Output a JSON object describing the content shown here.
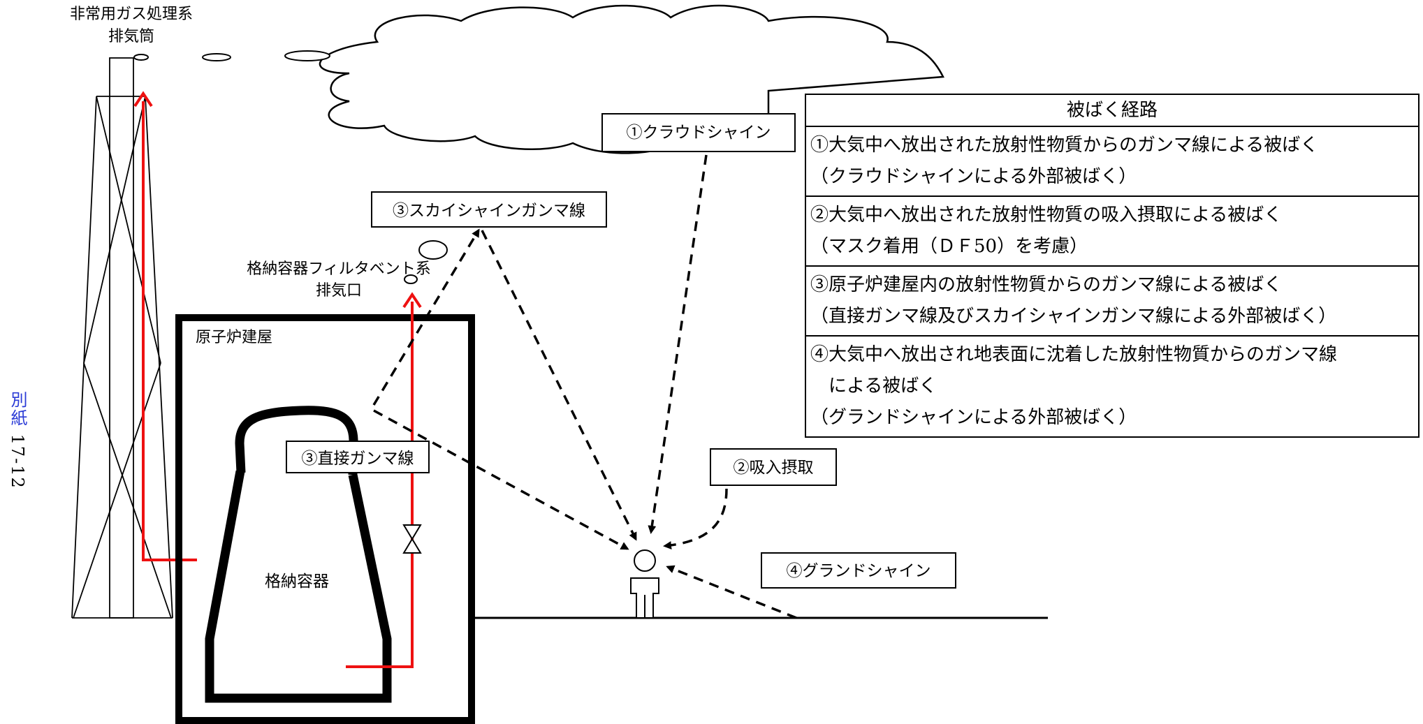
{
  "side_label": {
    "prefix": "別紙",
    "number": "17-12"
  },
  "labels": {
    "exhaust_stack_line1": "非常用ガス処理系",
    "exhaust_stack_line2": "排気筒",
    "filter_vent_line1": "格納容器フィルタベント系",
    "filter_vent_line2": "排気口",
    "reactor_building": "原子炉建屋",
    "containment": "格納容器",
    "cloud_shine": "①クラウドシャイン",
    "inhalation": "②吸入摂取",
    "skyshine": "③スカイシャインガンマ線",
    "direct_gamma": "③直接ガンマ線",
    "ground_shine": "④グランドシャイン"
  },
  "legend": {
    "title": "被ばく経路",
    "rows": [
      {
        "lines": [
          "①大気中へ放出された放射性物質からのガンマ線による被ばく",
          "（クラウドシャインによる外部被ばく）"
        ]
      },
      {
        "lines": [
          "②大気中へ放出された放射性物質の吸入摂取による被ばく",
          "（マスク着用（ＤＦ50）を考慮）"
        ]
      },
      {
        "lines": [
          "③原子炉建屋内の放射性物質からのガンマ線による被ばく",
          "（直接ガンマ線及びスカイシャインガンマ線による外部被ばく）"
        ]
      },
      {
        "lines": [
          "④大気中へ放出され地表面に沈着した放射性物質からのガンマ線",
          "　による被ばく",
          "（グランドシャインによる外部被ばく）"
        ]
      }
    ]
  },
  "colors": {
    "release_path": "#ee1111",
    "outline": "#000000",
    "side_label_blue": "#2b3bd6"
  }
}
